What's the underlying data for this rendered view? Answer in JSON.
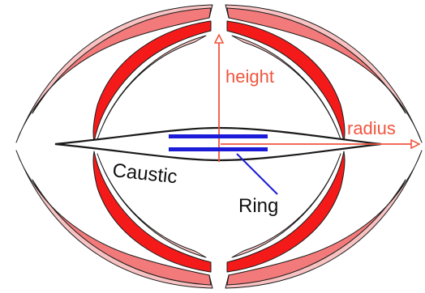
{
  "labels": {
    "height": "height",
    "radius": "radius",
    "caustic": "Caustic",
    "ring": "Ring"
  },
  "colors": {
    "axis": "#f0553e",
    "shell_dark": "#f41a1a",
    "shell_mid": "#f27a7a",
    "shell_light": "#f8c2c2",
    "outline": "#1a1a1a",
    "ring": "#1c1cd8",
    "ring_pointer": "#1c1cd8",
    "background": "#ffffff"
  }
}
